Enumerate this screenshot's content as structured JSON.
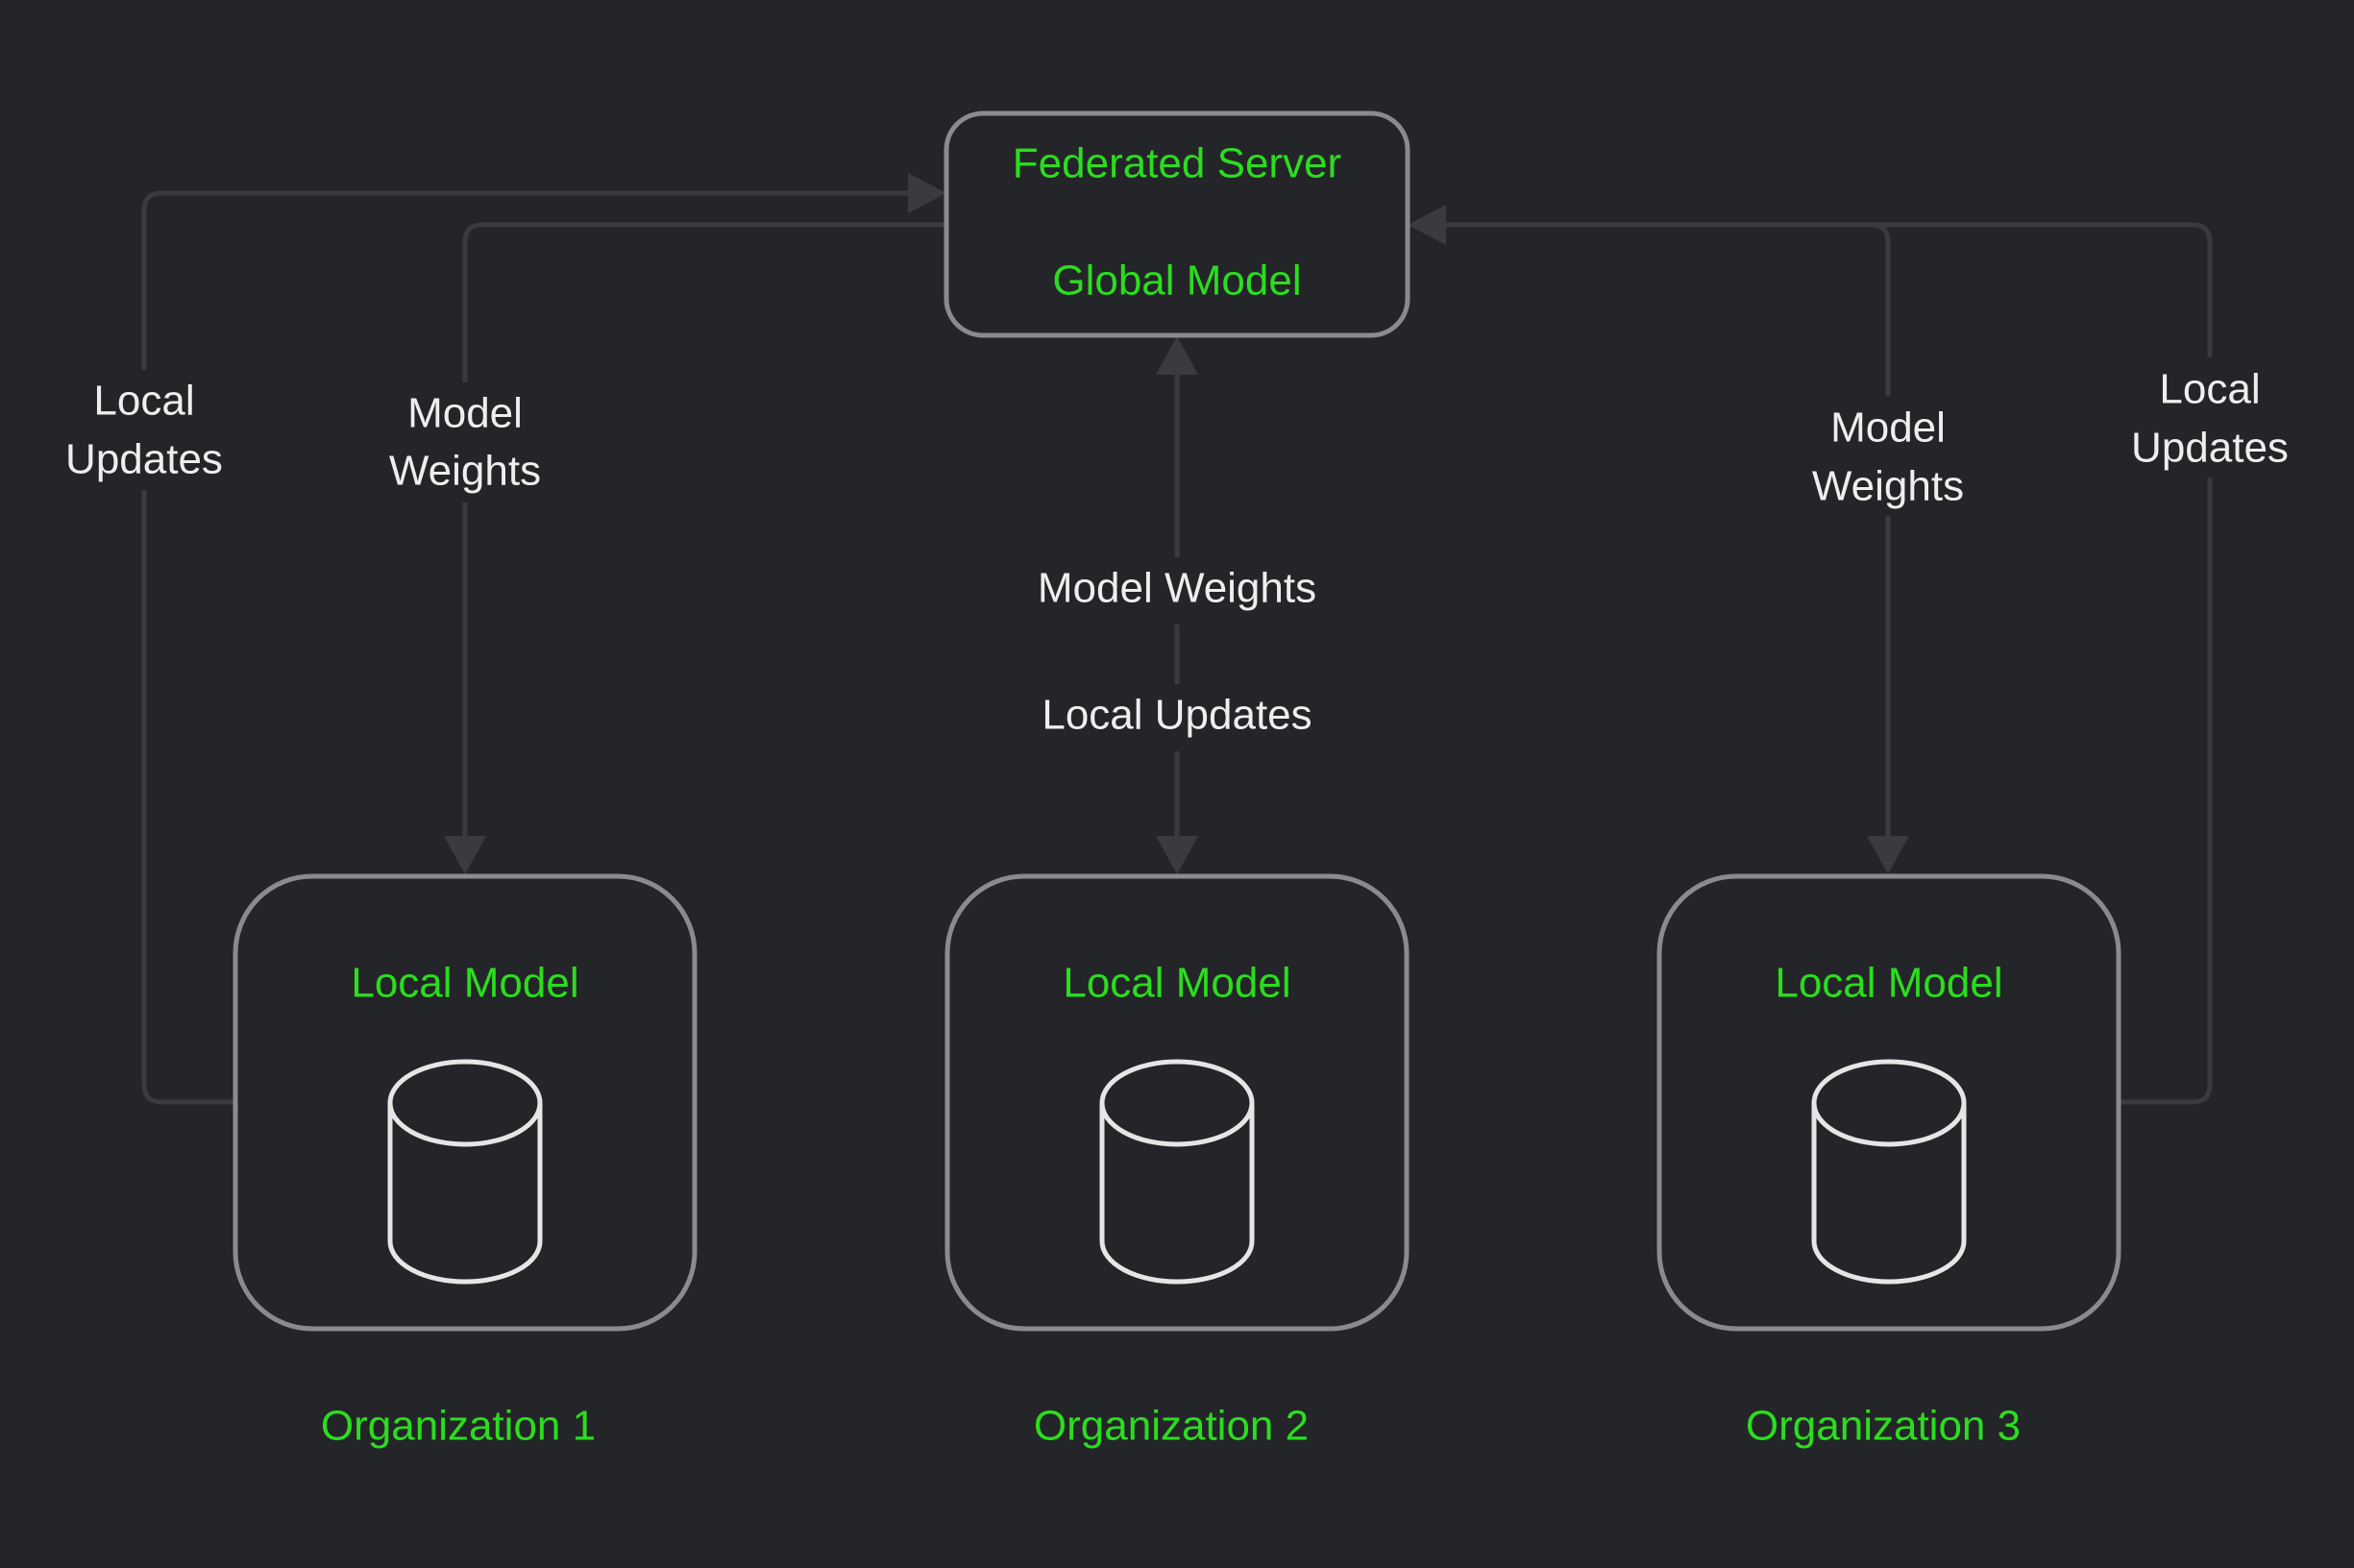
{
  "colors": {
    "background": "#242528",
    "edge": "#3a3b3e",
    "node_border": "#8a8b8e",
    "node_text": "#2bdd1f",
    "edge_label_text": "#eeeeee",
    "icon_stroke": "#e6e6e6"
  },
  "server": {
    "title": "Federated Server",
    "subtitle": "Global Model"
  },
  "organizations": [
    {
      "model_label": "Local Model",
      "icon": "database-icon",
      "name": "Organization 1"
    },
    {
      "model_label": "Local Model",
      "icon": "database-icon",
      "name": "Organization 2"
    },
    {
      "model_label": "Local Model",
      "icon": "database-icon",
      "name": "Organization 3"
    }
  ],
  "edge_labels": {
    "org1_updates": [
      "Local",
      "Updates"
    ],
    "org1_weights": [
      "Model",
      "Weights"
    ],
    "org2_weights": "Model Weights",
    "org2_updates": "Local Updates",
    "org3_weights": [
      "Model",
      "Weights"
    ],
    "org3_updates": [
      "Local",
      "Updates"
    ]
  }
}
